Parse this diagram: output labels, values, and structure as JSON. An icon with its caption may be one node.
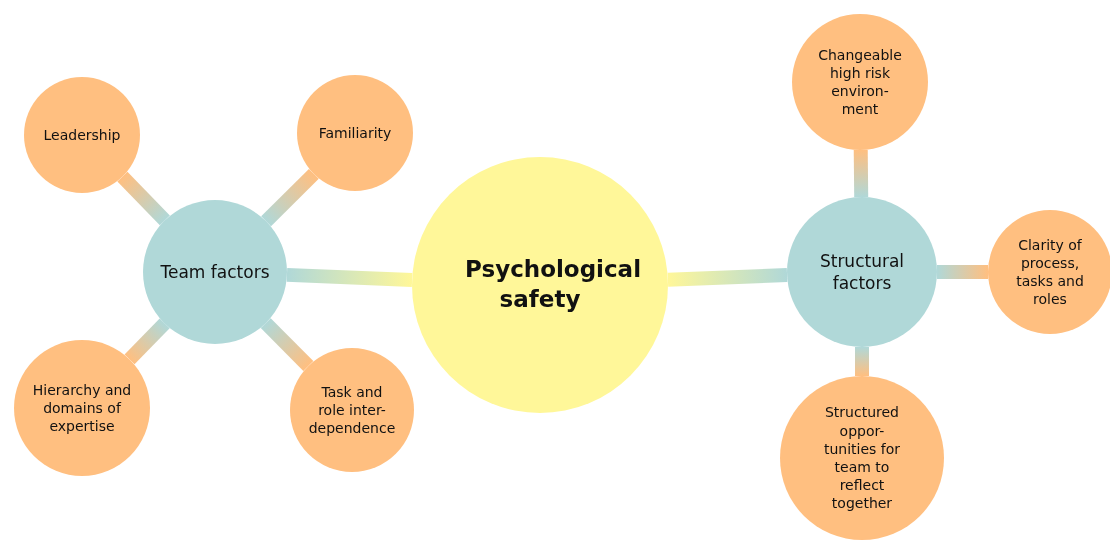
{
  "diagram": {
    "nodes": [
      {
        "text": [
          "Psychological safety"
        ]
      },
      {
        "text": [
          "Team factors"
        ]
      },
      {
        "text": [
          "Leadership"
        ]
      },
      {
        "text": [
          "Familiarity"
        ]
      },
      {
        "text": [
          "Hierarchy and domains of expertise"
        ]
      },
      {
        "text": [
          "Task and role inter- dependence"
        ]
      },
      {
        "text": [
          "Structural factors"
        ]
      },
      {
        "text": [
          "Changeable high risk environ- ment"
        ]
      },
      {
        "text": [
          "Clarity of process, tasks and roles"
        ]
      },
      {
        "text": [
          "Structured oppor- tunities for team to reflect together"
        ]
      }
    ],
    "edges": [
      {
        "from": 0,
        "to": 1,
        "arrow": "none"
      },
      {
        "from": 0,
        "to": 6,
        "arrow": "none"
      },
      {
        "from": 1,
        "to": 2,
        "arrow": "none"
      },
      {
        "from": 1,
        "to": 3,
        "arrow": "none"
      },
      {
        "from": 1,
        "to": 4,
        "arrow": "none"
      },
      {
        "from": 1,
        "to": 5,
        "arrow": "none"
      },
      {
        "from": 6,
        "to": 7,
        "arrow": "none"
      },
      {
        "from": 6,
        "to": 8,
        "arrow": "none"
      },
      {
        "from": 6,
        "to": 9,
        "arrow": "none"
      }
    ]
  }
}
